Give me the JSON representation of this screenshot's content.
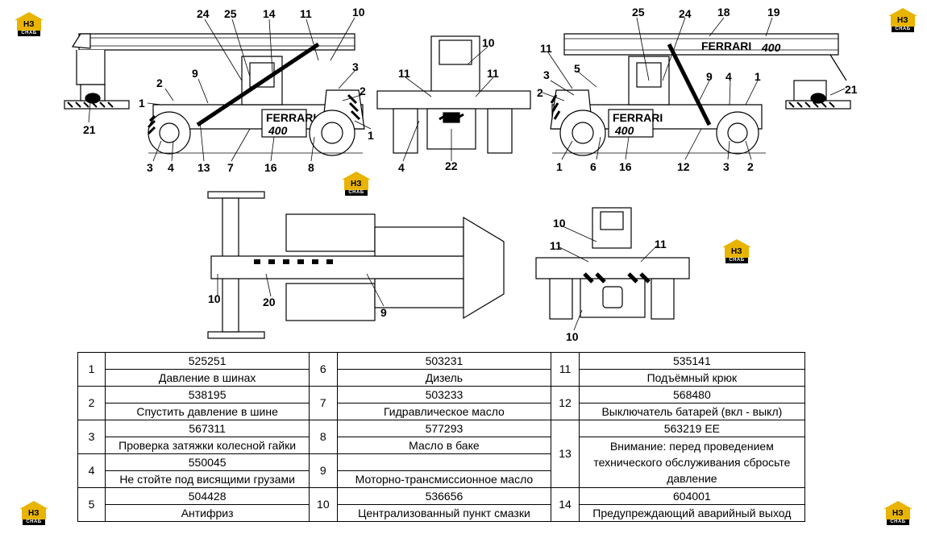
{
  "logo": {
    "hz": "НЗ",
    "name": "СНАБ"
  },
  "drawing": {
    "brand": "FERRARI",
    "model": "400",
    "views": {
      "side_left_callouts": [
        "24",
        "25",
        "14",
        "11",
        "10",
        "3",
        "2",
        "9",
        "2",
        "1",
        "21",
        "3",
        "4",
        "13",
        "7",
        "16",
        "8",
        "1"
      ],
      "front_callouts": [
        "10",
        "11",
        "11",
        "4",
        "22"
      ],
      "side_right_callouts": [
        "25",
        "24",
        "18",
        "19",
        "11",
        "5",
        "3",
        "9",
        "4",
        "1",
        "2",
        "21",
        "1",
        "6",
        "16",
        "12",
        "3",
        "2"
      ],
      "top_callouts": [
        "10",
        "20",
        "9"
      ],
      "rear_callouts": [
        "10",
        "11",
        "11",
        "10"
      ]
    }
  },
  "legend": [
    {
      "num": "1",
      "code": "525251",
      "desc": "Давление в шинах"
    },
    {
      "num": "2",
      "code": "538195",
      "desc": "Спустить давление в шине"
    },
    {
      "num": "3",
      "code": "567311",
      "desc": "Проверка затяжки колесной гайки"
    },
    {
      "num": "4",
      "code": "550045",
      "desc": "Не стойте под висящими грузами"
    },
    {
      "num": "5",
      "code": "504428",
      "desc": "Антифриз"
    },
    {
      "num": "6",
      "code": "503231",
      "desc": "Дизель"
    },
    {
      "num": "7",
      "code": "503233",
      "desc": "Гидравлическое масло"
    },
    {
      "num": "8",
      "code": "577293",
      "desc": "Масло в баке"
    },
    {
      "num": "9",
      "code": "",
      "desc": "Моторно-трансмиссионное масло"
    },
    {
      "num": "10",
      "code": "536656",
      "desc": "Централизованный пункт смазки"
    },
    {
      "num": "11",
      "code": "535141",
      "desc": "Подъёмный крюк"
    },
    {
      "num": "12",
      "code": "568480",
      "desc": "Выключатель батарей (вкл - выкл)"
    },
    {
      "num": "13",
      "code": "563219 EE",
      "desc": "Внимание: перед проведением технического обслуживания сбросьте давление"
    },
    {
      "num": "14",
      "code": "604001",
      "desc": "Предупреждающий аварийный выход"
    }
  ]
}
